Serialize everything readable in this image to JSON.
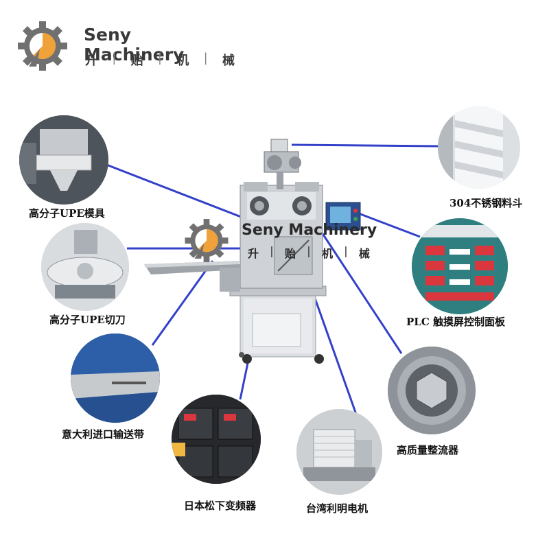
{
  "brand": {
    "name": "Seny Machinery",
    "chars": [
      "升",
      "贻",
      "机",
      "械"
    ],
    "sep": "|"
  },
  "callouts": [
    {
      "id": "upe-mold",
      "label": "高分子UPE模具"
    },
    {
      "id": "upe-cutter",
      "label": "高分子UPE切刀"
    },
    {
      "id": "conveyor",
      "label": "意大利进口输送带"
    },
    {
      "id": "inverter",
      "label": "日本松下变频器"
    },
    {
      "id": "motor",
      "label": "台湾利明电机"
    },
    {
      "id": "rectifier",
      "label": "高质量整流器"
    },
    {
      "id": "plc",
      "label": "PLC 触摸屏控制面板"
    },
    {
      "id": "hopper",
      "label": "304不锈钢料斗"
    }
  ],
  "colors": {
    "line": "#3340c8",
    "logo_orange": "#f0a23a",
    "logo_gray": "#707070",
    "steel": "#c9ccd0",
    "panel_red": "#d9363e",
    "panel_teal": "#3a8a8a",
    "belt_blue": "#2d5ea8"
  },
  "icons": [
    "gear-logo-icon"
  ]
}
